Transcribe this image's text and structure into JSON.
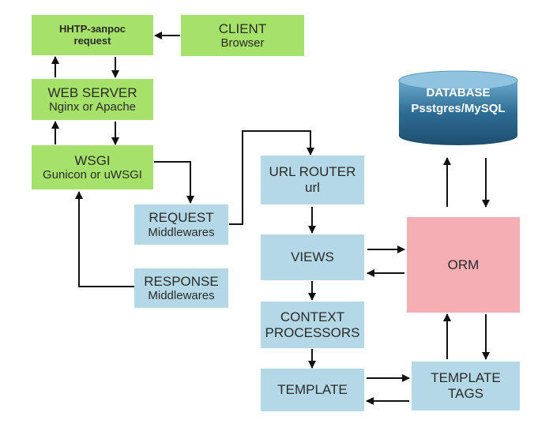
{
  "nodes": {
    "http_request": {
      "line1": "HHTP-запрос",
      "line2": "request"
    },
    "client": {
      "line1": "CLIENT",
      "line2": "Browser"
    },
    "web_server": {
      "line1": "WEB SERVER",
      "line2": "Nginx or Apache"
    },
    "wsgi": {
      "line1": "WSGI",
      "line2": "Gunicon or uWSGI"
    },
    "request": {
      "line1": "REQUEST",
      "line2": "Middlewares"
    },
    "response": {
      "line1": "RESPONSE",
      "line2": "Middlewares"
    },
    "url_router": {
      "line1": "URL ROUTER",
      "line2": "url"
    },
    "views": {
      "line1": "VIEWS"
    },
    "context_processors": {
      "line1": "CONTEXT",
      "line2": "PROCESSORS"
    },
    "template": {
      "line1": "TEMPLATE"
    },
    "orm": {
      "line1": "ORM"
    },
    "template_tags": {
      "line1": "TEMPLATE",
      "line2": "TAGS"
    },
    "database": {
      "line1": "DATABASE",
      "line2": "Psstgres/MySQL"
    }
  },
  "colors": {
    "green": "#a6e26a",
    "blue": "#b5d8e6",
    "pink": "#f6aeb5",
    "database": "#2e6c94",
    "arrow": "#111111"
  }
}
